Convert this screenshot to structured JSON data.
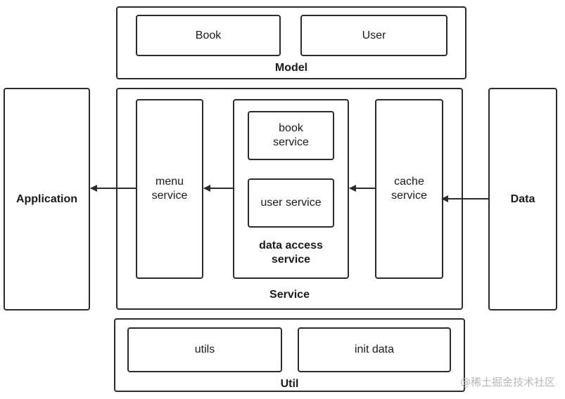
{
  "model": {
    "title": "Model",
    "book": "Book",
    "user": "User"
  },
  "application": {
    "title": "Application"
  },
  "service": {
    "title": "Service",
    "menu_service": "menu\nservice",
    "data_access": {
      "title": "data access\nservice",
      "book_service": "book\nservice",
      "user_service": "user service"
    },
    "cache_service": "cache\nservice"
  },
  "data": {
    "title": "Data"
  },
  "util": {
    "title": "Util",
    "utils": "utils",
    "init_data": "init data"
  },
  "watermark": "@稀土掘金技术社区"
}
